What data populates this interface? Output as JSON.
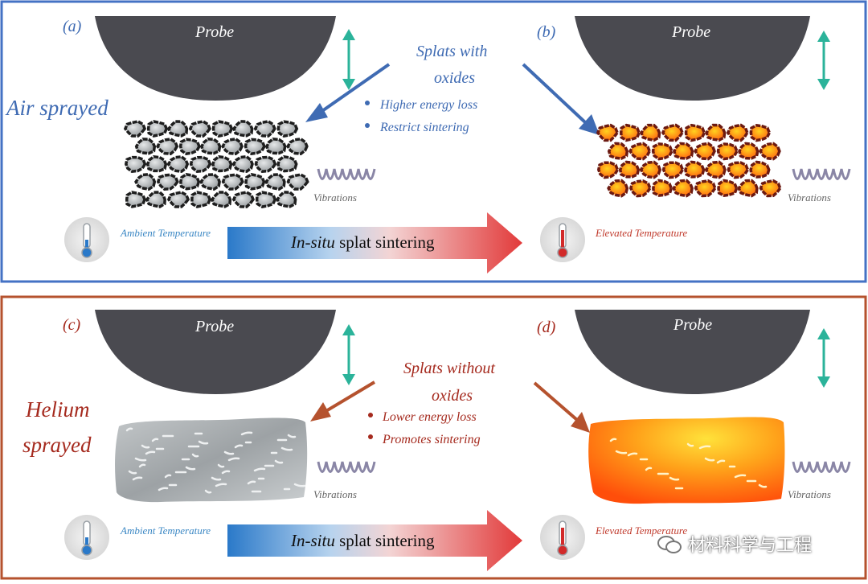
{
  "top": {
    "label_a": "(a)",
    "label_b": "(b)",
    "probe_a": "Probe",
    "probe_b": "Probe",
    "side_title": "Air sprayed",
    "callout_title_1": "Splats with",
    "callout_title_2": "oxides",
    "bullet_1": "Higher energy loss",
    "bullet_2": "Restrict sintering",
    "vibrations_a": "Vibrations",
    "vibrations_b": "Vibrations",
    "ambient": "Ambient Temperature",
    "elevated": "Elevated Temperature",
    "arrow_italic": "In-situ",
    "arrow_rest": " splat sintering"
  },
  "bottom": {
    "label_c": "(c)",
    "label_d": "(d)",
    "probe_c": "Probe",
    "probe_d": "Probe",
    "side_title_1": "Helium",
    "side_title_2": "sprayed",
    "callout_title_1": "Splats without",
    "callout_title_2": "oxides",
    "bullet_1": "Lower energy loss",
    "bullet_2": "Promotes sintering",
    "vibrations_c": "Vibrations",
    "vibrations_d": "Vibrations",
    "ambient": "Ambient Temperature",
    "elevated": "Elevated Temperature",
    "arrow_italic": "In-situ",
    "arrow_rest": " splat sintering"
  },
  "watermark": "材料科学与工程",
  "colors": {
    "top_frame": "#4472c4",
    "bottom_frame": "#b5522e",
    "top_text": "#3f6bb3",
    "bottom_text": "#a52a1e",
    "probe": "#4a4a50",
    "teal_arrow": "#2bb39a",
    "vibration": "#8a86a6"
  }
}
